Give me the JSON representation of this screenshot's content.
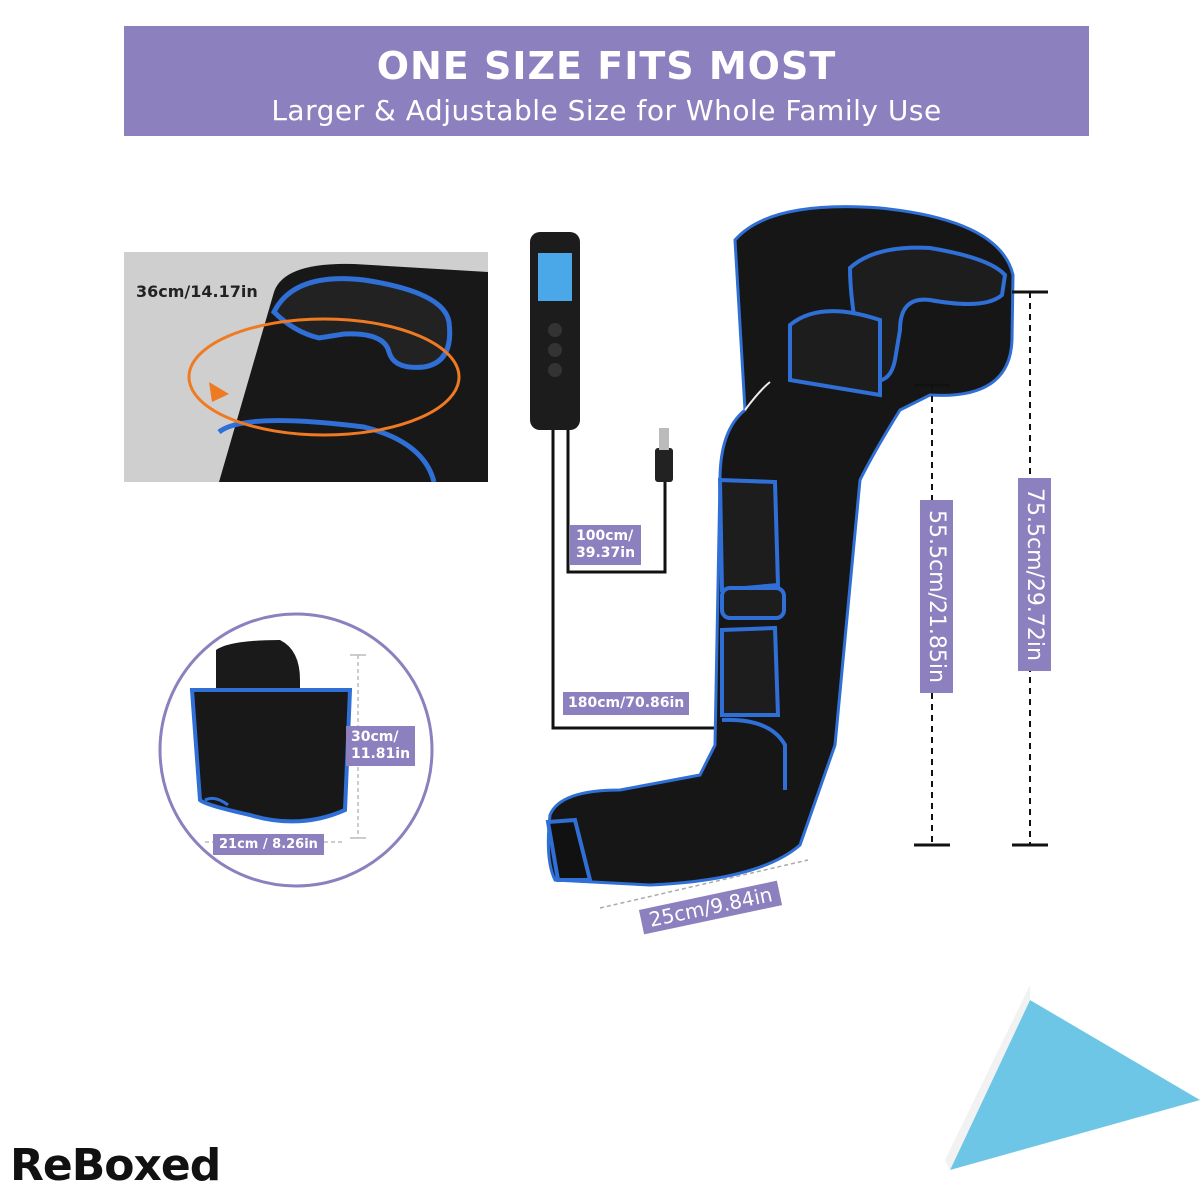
{
  "banner": {
    "title": "ONE SIZE FITS MOST",
    "subtitle": "Larger & Adjustable Size for Whole Family Use"
  },
  "measurements": {
    "thigh_circumference": "36cm/14.17in",
    "usb_cable_line1": "100cm/",
    "usb_cable_line2": "39.37in",
    "controller_cable": "180cm/70.86in",
    "foot_height_line1": "30cm/",
    "foot_height_line2": "11.81in",
    "foot_width": "21cm / 8.26in",
    "ankle_width": "25cm/9.84in",
    "calf_length": "55.5cm/21.85in",
    "total_length": "75.5cm/29.72in"
  },
  "brand": {
    "logo_text": "ReBoxed"
  },
  "colors": {
    "accent": "#8d80be",
    "trim_blue": "#2f6fd6",
    "fabric": "#151515",
    "corner": "#6ec6e6"
  }
}
